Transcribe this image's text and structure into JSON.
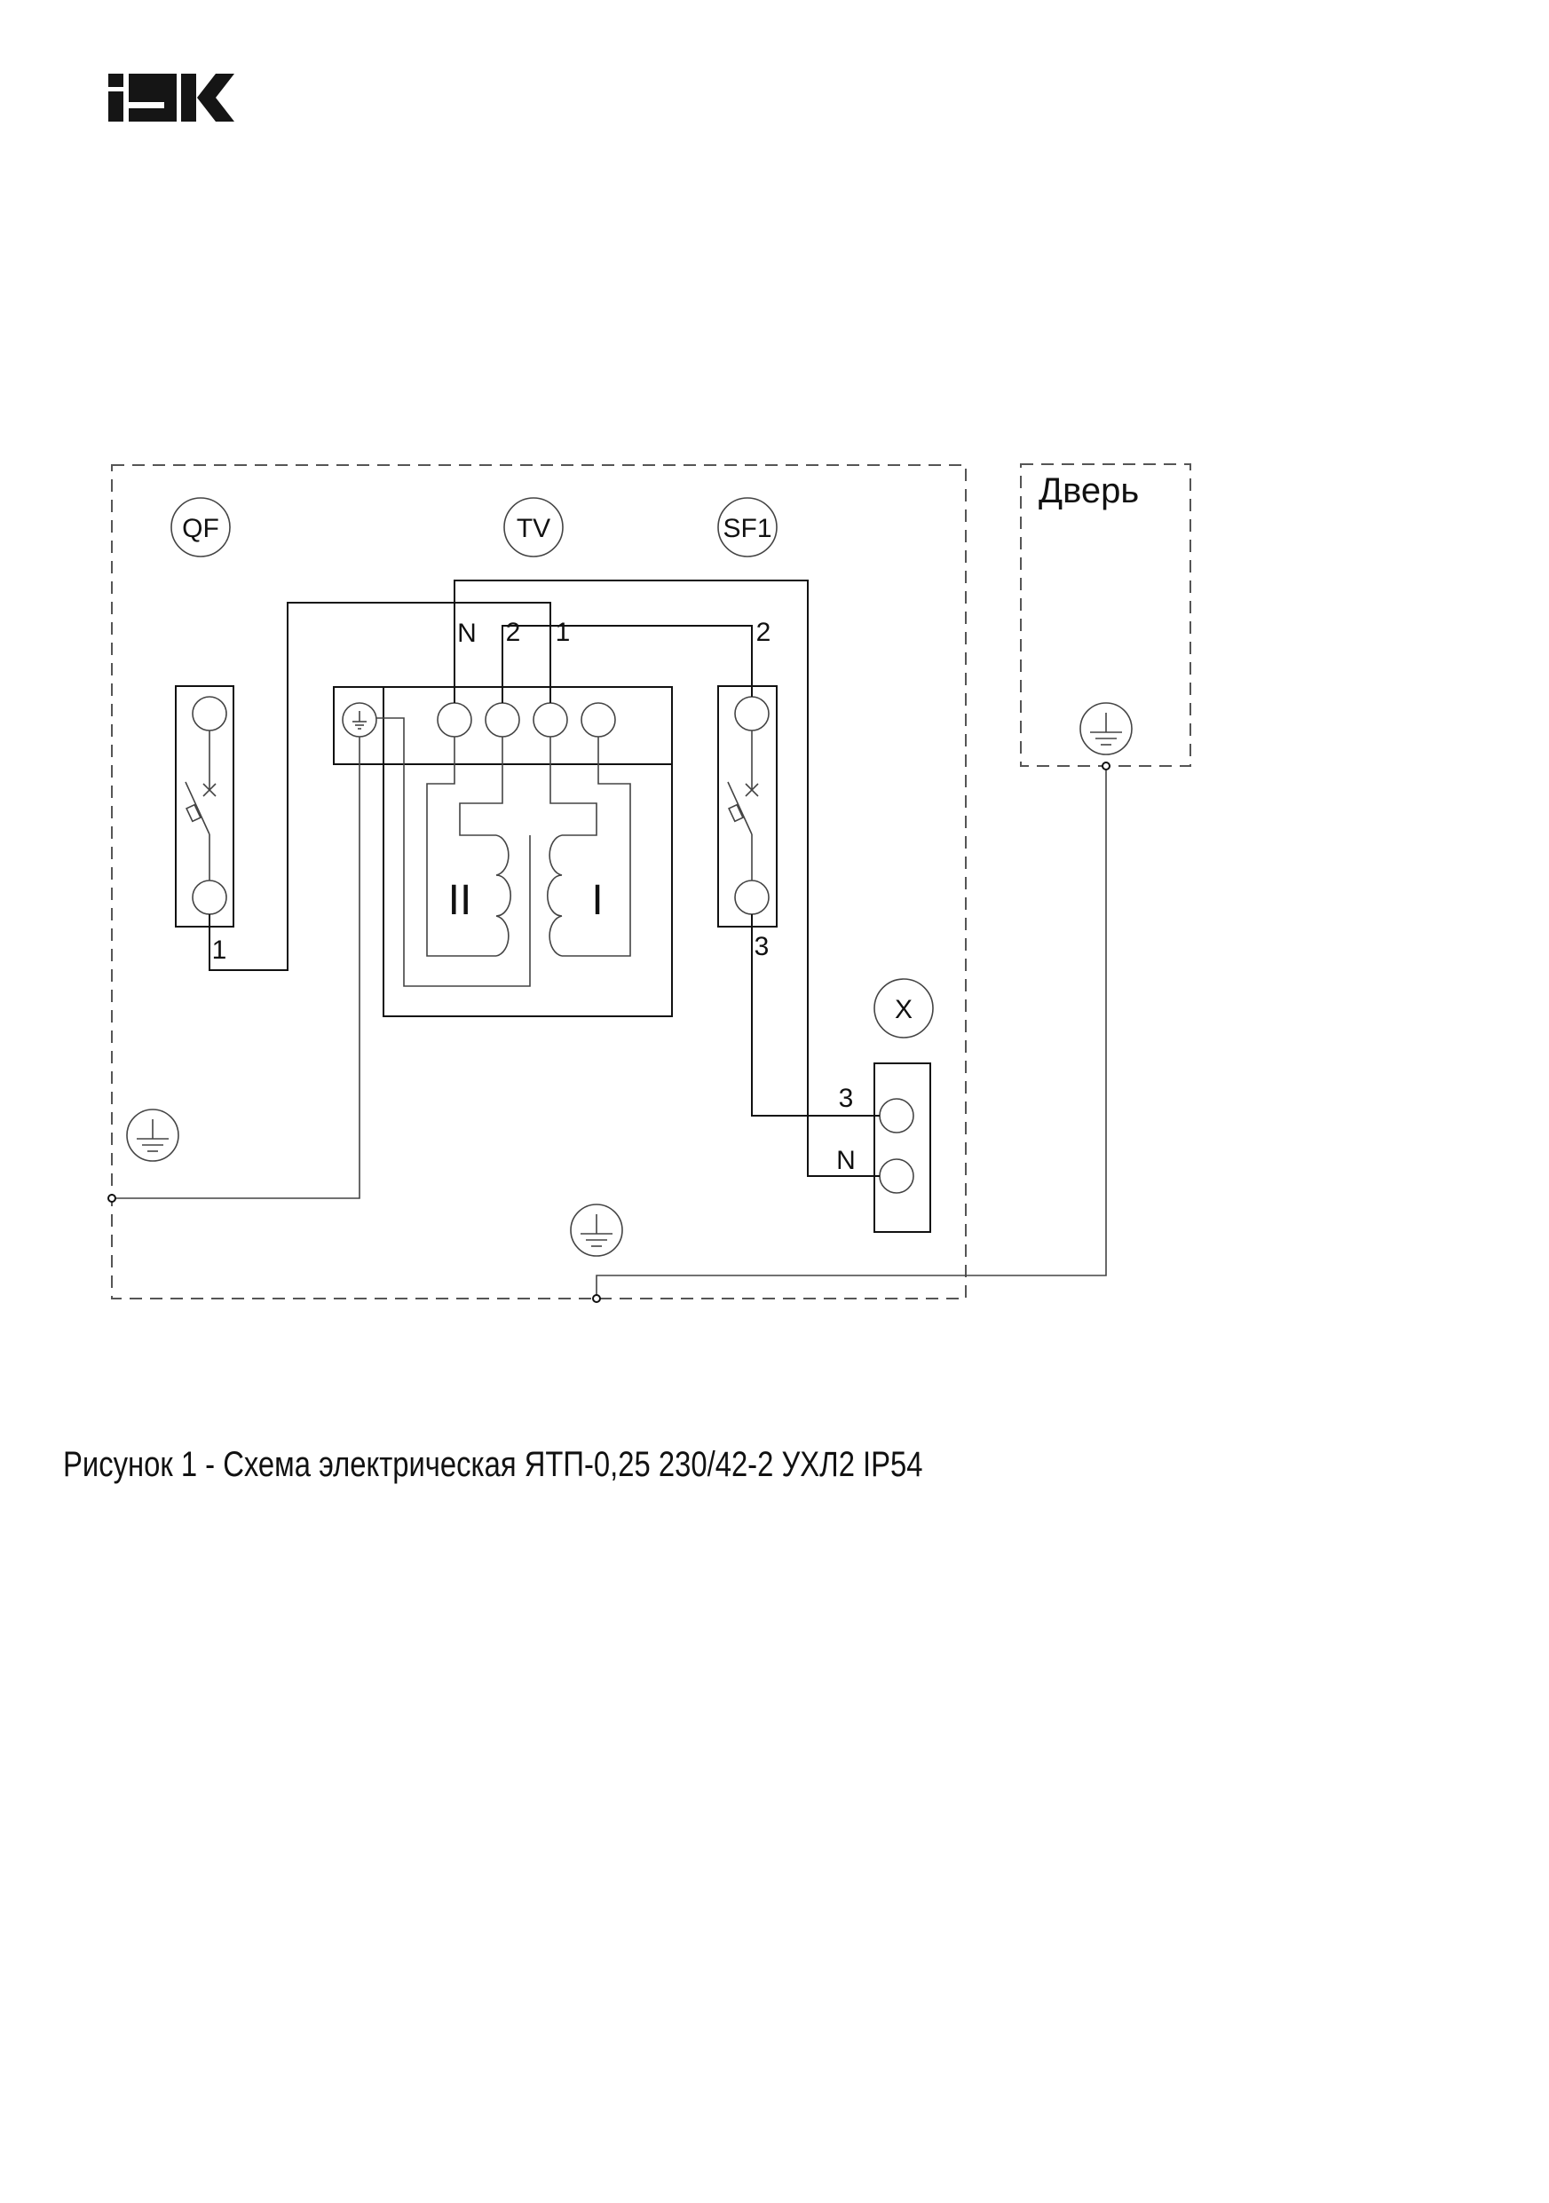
{
  "logo": {
    "text": "IEK"
  },
  "components": {
    "qf": "QF",
    "tv": "TV",
    "sf1": "SF1",
    "x": "X"
  },
  "door": {
    "label": "Дверь"
  },
  "terminals": {
    "tv_n": "N",
    "tv_2": "2",
    "tv_1": "1",
    "sf1_top": "2",
    "qf_bottom": "1",
    "sf1_bottom": "3",
    "x_3": "3",
    "x_n": "N"
  },
  "windings": {
    "secondary": "II",
    "primary": "I"
  },
  "caption": "Рисунок 1 - Схема электрическая ЯТП-0,25 230/42-2 УХЛ2 IP54"
}
